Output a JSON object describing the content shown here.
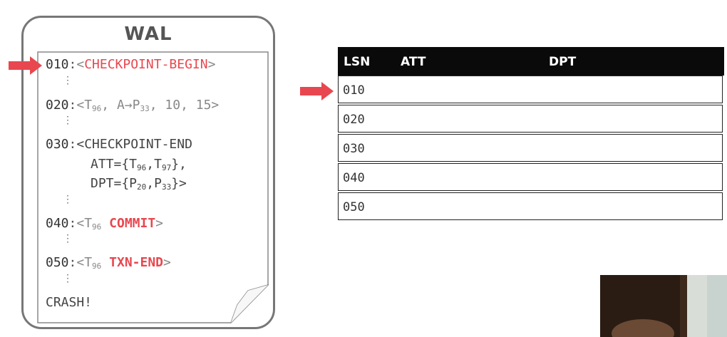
{
  "wal": {
    "title": "WAL",
    "lines": {
      "l010": {
        "lsn": "010",
        "sep": ":",
        "open": "<",
        "text": "CHECKPOINT-BEGIN",
        "close": ">"
      },
      "l020": {
        "lsn": "020",
        "sep": ":",
        "open": "<T",
        "sub1": "96",
        "mid": ", A→P",
        "sub2": "33",
        "rest": ", 10, 15>"
      },
      "l030": {
        "lsn": "030",
        "sep": ":",
        "text": "<CHECKPOINT-END"
      },
      "l030_att": {
        "pre": "ATT={T",
        "sub1": "96",
        "mid": ",T",
        "sub2": "97",
        "post": "},"
      },
      "l030_dpt": {
        "pre": "DPT={P",
        "sub1": "20",
        "mid": ",P",
        "sub2": "33",
        "post": "}>"
      },
      "l040": {
        "lsn": "040",
        "sep": ":",
        "open": "<T",
        "sub": "96",
        "text": "COMMIT",
        "close": ">"
      },
      "l050": {
        "lsn": "050",
        "sep": ":",
        "open": "<T",
        "sub": "96",
        "text": "TXN-END",
        "close": ">"
      },
      "crash": "CRASH!"
    },
    "dots": "⋮"
  },
  "table": {
    "headers": {
      "lsn": "LSN",
      "att": "ATT",
      "dpt": "DPT"
    },
    "rows": [
      {
        "lsn": "010"
      },
      {
        "lsn": "020"
      },
      {
        "lsn": "030"
      },
      {
        "lsn": "040"
      },
      {
        "lsn": "050"
      }
    ]
  },
  "colors": {
    "accent": "#e8474f",
    "header_bg": "#0a0a0a",
    "border": "#777777"
  }
}
